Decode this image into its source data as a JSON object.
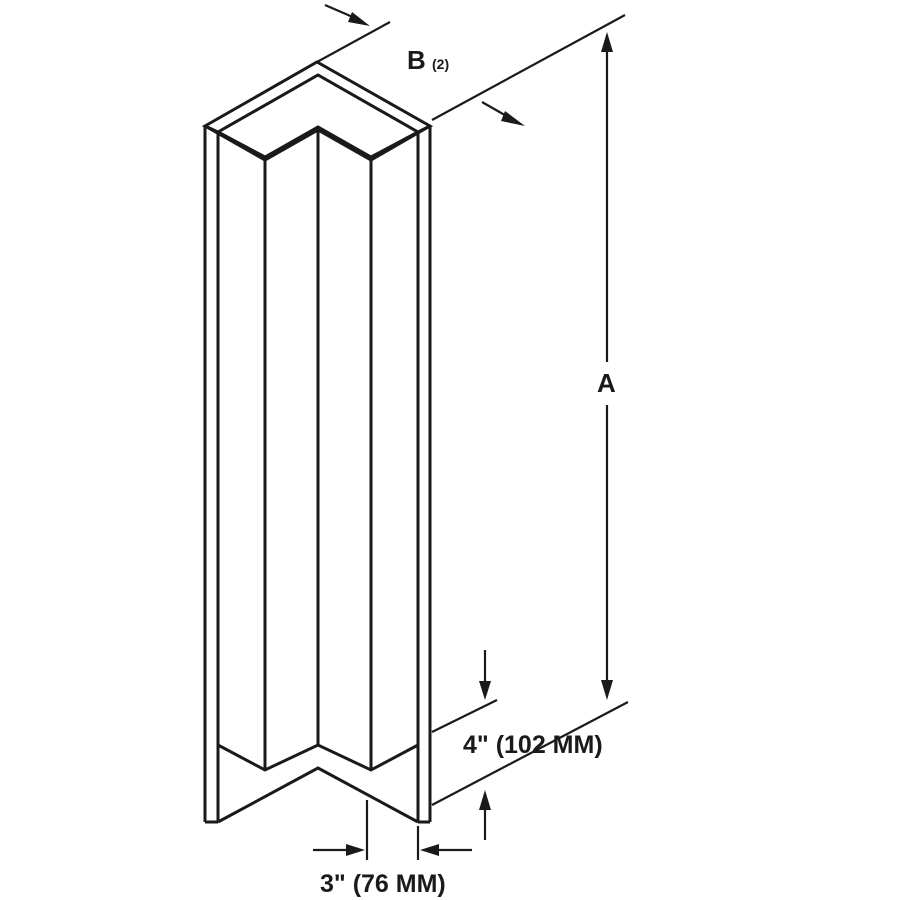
{
  "labels": {
    "dim_a": "A",
    "dim_b": "B",
    "dim_b_qty": "(2)",
    "dim_bottom": "4\" (102 MM)",
    "dim_width": "3\" (76 MM)"
  },
  "colors": {
    "line": "#1a1a1a",
    "background": "#ffffff"
  }
}
